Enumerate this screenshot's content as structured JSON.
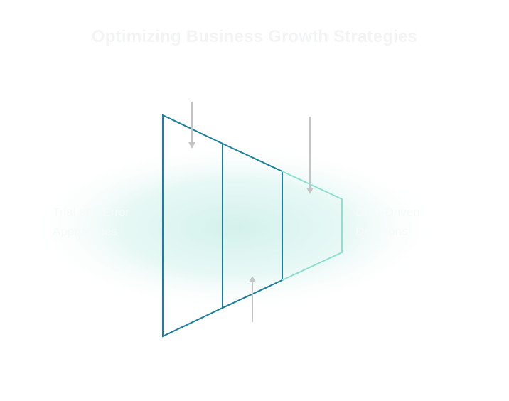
{
  "title": "Optimizing Business Growth Strategies",
  "left_label": {
    "line1": "Trial and Error",
    "line2": "Approaches"
  },
  "right_label": {
    "line1": "Data-Driven",
    "line2": "Decisions"
  },
  "colors": {
    "outline_dark": "#1a7f9c",
    "outline_light": "#8de0cf",
    "arrow": "#c4c4c4",
    "glow": "#d8f3ef",
    "title_text": "#f3f4f5"
  },
  "arrows": [
    {
      "name": "arrow-down-1",
      "direction": "down"
    },
    {
      "name": "arrow-down-2",
      "direction": "down"
    },
    {
      "name": "arrow-up-1",
      "direction": "up"
    }
  ]
}
